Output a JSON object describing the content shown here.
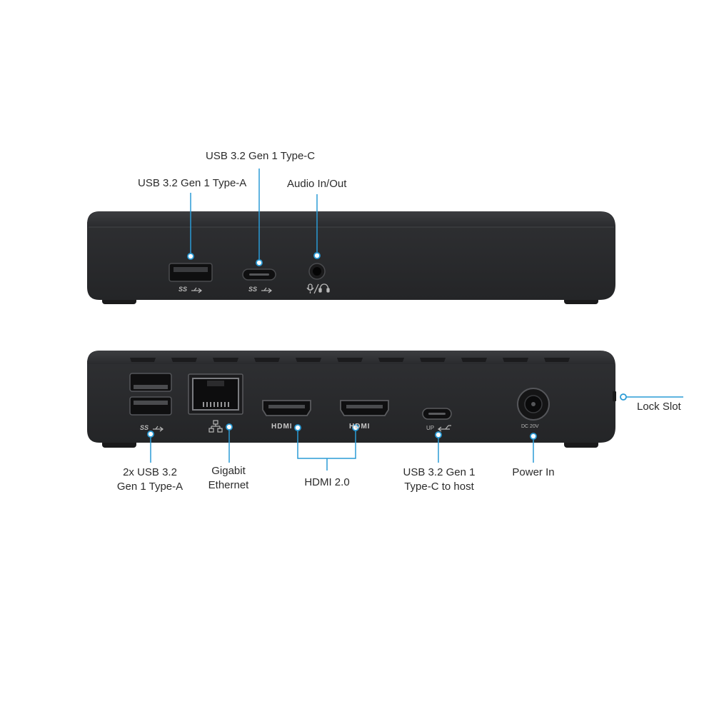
{
  "accent_color": "#2a9bd6",
  "device_color": "#2a2b2d",
  "front_panel": {
    "callouts": {
      "usb_type_a": "USB 3.2 Gen 1 Type-A",
      "usb_type_c": "USB 3.2 Gen 1 Type-C",
      "audio": "Audio In/Out"
    },
    "port_marks": {
      "usb_a_mark": "SS",
      "usb_c_mark": "SS"
    }
  },
  "rear_panel": {
    "callouts": {
      "usb_a_line1": "2x USB 3.2",
      "usb_a_line2": "Gen 1 Type-A",
      "ethernet_line1": "Gigabit",
      "ethernet_line2": "Ethernet",
      "hdmi": "HDMI 2.0",
      "usb_c_host_line1": "USB 3.2 Gen 1",
      "usb_c_host_line2": "Type-C to host",
      "power": "Power In",
      "lock": "Lock Slot"
    },
    "port_marks": {
      "usb_a_mark": "SS",
      "hdmi_1_mark": "HDMI",
      "hdmi_2_mark": "HDMI",
      "usb_c_host_mark": "UP",
      "dc_mark": "DC 20V"
    }
  },
  "icons": [
    "usb-superspeed-icon",
    "network-icon",
    "microphone-icon",
    "headphone-icon",
    "upstream-arrow-icon"
  ]
}
